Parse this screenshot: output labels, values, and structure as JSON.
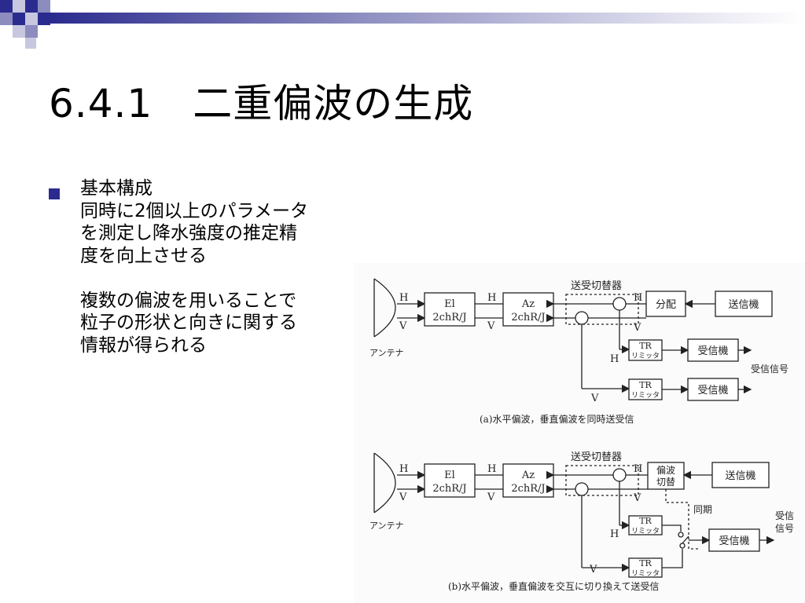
{
  "slide": {
    "title": "6.4.1　二重偏波の生成",
    "bullet_heading": "基本構成",
    "body_lines": [
      "同時に2個以上のパラメータ",
      "を測定し降水強度の推定精",
      "度を向上させる",
      "",
      "複数の偏波を用いることで",
      "粒子の形状と向きに関する",
      "情報が得られる"
    ]
  },
  "colors": {
    "accent": "#2b2b8f",
    "accent_light": "#8c8cbf",
    "accent_pale": "#c7c7e0"
  },
  "figure": {
    "a": {
      "H": "H",
      "V": "V",
      "antenna": "アンテナ",
      "el_line1": "El",
      "el_line2": "2chR/J",
      "az_line1": "Az",
      "az_line2": "2chR/J",
      "switch_label": "送受切替器",
      "splitter": "分配",
      "transmitter": "送信機",
      "tr_line1": "TR",
      "tr_line2": "リミッタ",
      "receiver": "受信機",
      "received_signal": "受信信号",
      "caption": "(a)水平偏波，垂直偏波を同時送受信"
    },
    "b": {
      "H": "H",
      "V": "V",
      "antenna": "アンテナ",
      "el_line1": "El",
      "el_line2": "2chR/J",
      "az_line1": "Az",
      "az_line2": "2chR/J",
      "switch_label": "送受切替器",
      "pol_switch_line1": "偏波",
      "pol_switch_line2": "切替",
      "transmitter": "送信機",
      "sync": "同期",
      "tr_line1": "TR",
      "tr_line2": "リミッタ",
      "receiver": "受信機",
      "received_signal_line1": "受信",
      "received_signal_line2": "信号",
      "caption": "(b)水平偏波，垂直偏波を交互に切り換えて送受信"
    }
  }
}
